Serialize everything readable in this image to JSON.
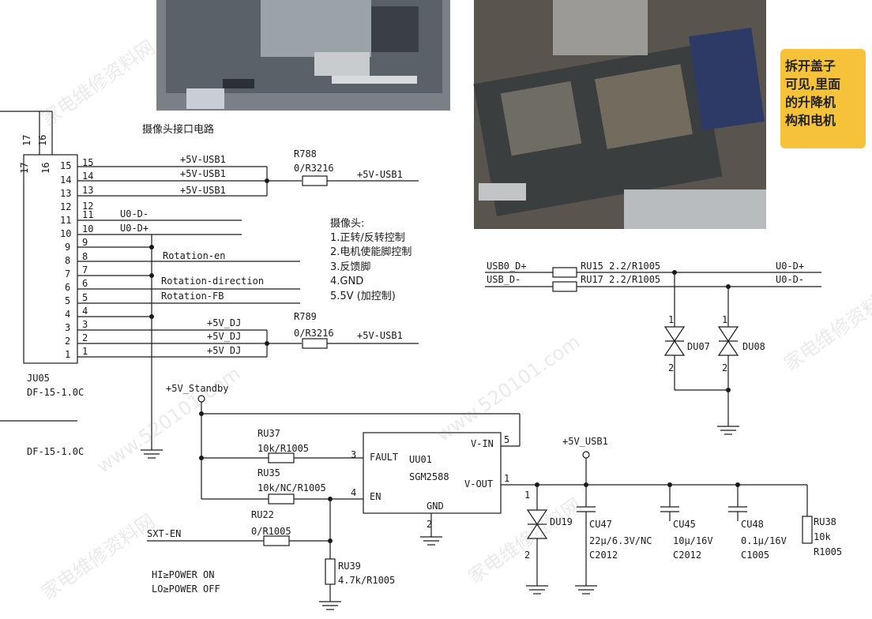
{
  "section_title": "摄像头接口电路",
  "connector": {
    "ref": "JU05",
    "part": "DF-15-1.0C",
    "part_below": "DF-15-1.0C",
    "pins_top": [
      "17",
      "16"
    ],
    "pins": [
      "15",
      "14",
      "13",
      "12",
      "11",
      "10",
      "9",
      "8",
      "7",
      "6",
      "5",
      "4",
      "3",
      "2",
      "1"
    ]
  },
  "nets": {
    "usb1_a": "+5V-USB1",
    "usb1_b": "+5V-USB1",
    "usb1_c": "+5V-USB1",
    "u0_dm": "U0-D-",
    "u0_dp": "U0-D+",
    "rot_en": "Rotation-en",
    "rot_dir": "Rotation-direction",
    "rot_fb": "Rotation-FB",
    "dj_a": "+5V_DJ",
    "dj_b": "+5V_DJ",
    "dj_c": "+5V DJ",
    "r788_out": "+5V-USB1",
    "r789_out": "+5V-USB1",
    "standby": "+5V_Standby",
    "sxt_en": "SXT-EN",
    "usb0_dp": "USB0_D+",
    "usb_dm": "USB_D-",
    "out_dp": "U0-D+",
    "out_dm": "U0-D-",
    "usb1_rail": "+5V_USB1"
  },
  "resistors": {
    "r788": {
      "ref": "R788",
      "value": "0/R3216"
    },
    "r789": {
      "ref": "R789",
      "value": "0/R3216"
    },
    "ru15": "RU15 2.2/R1005",
    "ru17": "RU17 2.2/R1005",
    "ru37": {
      "ref": "RU37",
      "value": "10k/R1005"
    },
    "ru35": {
      "ref": "RU35",
      "value": "10k/NC/R1005"
    },
    "ru22": {
      "ref": "RU22",
      "value": "0/R1005"
    },
    "ru39": {
      "ref": "RU39",
      "value": "4.7k/R1005"
    },
    "ru38": {
      "ref": "RU38",
      "value": "10k",
      "pkg": "R1005"
    }
  },
  "diodes": {
    "du07": "DU07",
    "du08": "DU08",
    "du19": "DU19",
    "pin1": "1",
    "pin2": "2"
  },
  "ic": {
    "ref": "UU01",
    "part": "SGM2588",
    "fault": "FAULT",
    "en": "EN",
    "vin": "V-IN",
    "vout": "V-OUT",
    "gnd": "GND",
    "pin_fault": "3",
    "pin_en": "4",
    "pin_vin": "5",
    "pin_vout": "1",
    "pin_gnd": "2"
  },
  "caps": {
    "cu47": {
      "ref": "CU47",
      "value": "22μ/6.3V/NC",
      "pkg": "C2012"
    },
    "cu45": {
      "ref": "CU45",
      "value": "10μ/16V",
      "pkg": "C2012"
    },
    "cu48": {
      "ref": "CU48",
      "value": "0.1μ/16V",
      "pkg": "C1005"
    }
  },
  "camera_notes": {
    "heading": "摄像头:",
    "items": [
      "1.正转/反转控制",
      "2.电机使能脚控制",
      "3.反馈脚",
      "4.GND",
      "5.5V (加控制)"
    ]
  },
  "power_notes": [
    "HI≥POWER ON",
    "LO≥POWER OFF"
  ],
  "callout": [
    "拆开盖子",
    "可见,里面",
    "的升降机",
    "构和电机"
  ],
  "watermarks": [
    "家电维修资料网",
    "www.520101.com"
  ]
}
